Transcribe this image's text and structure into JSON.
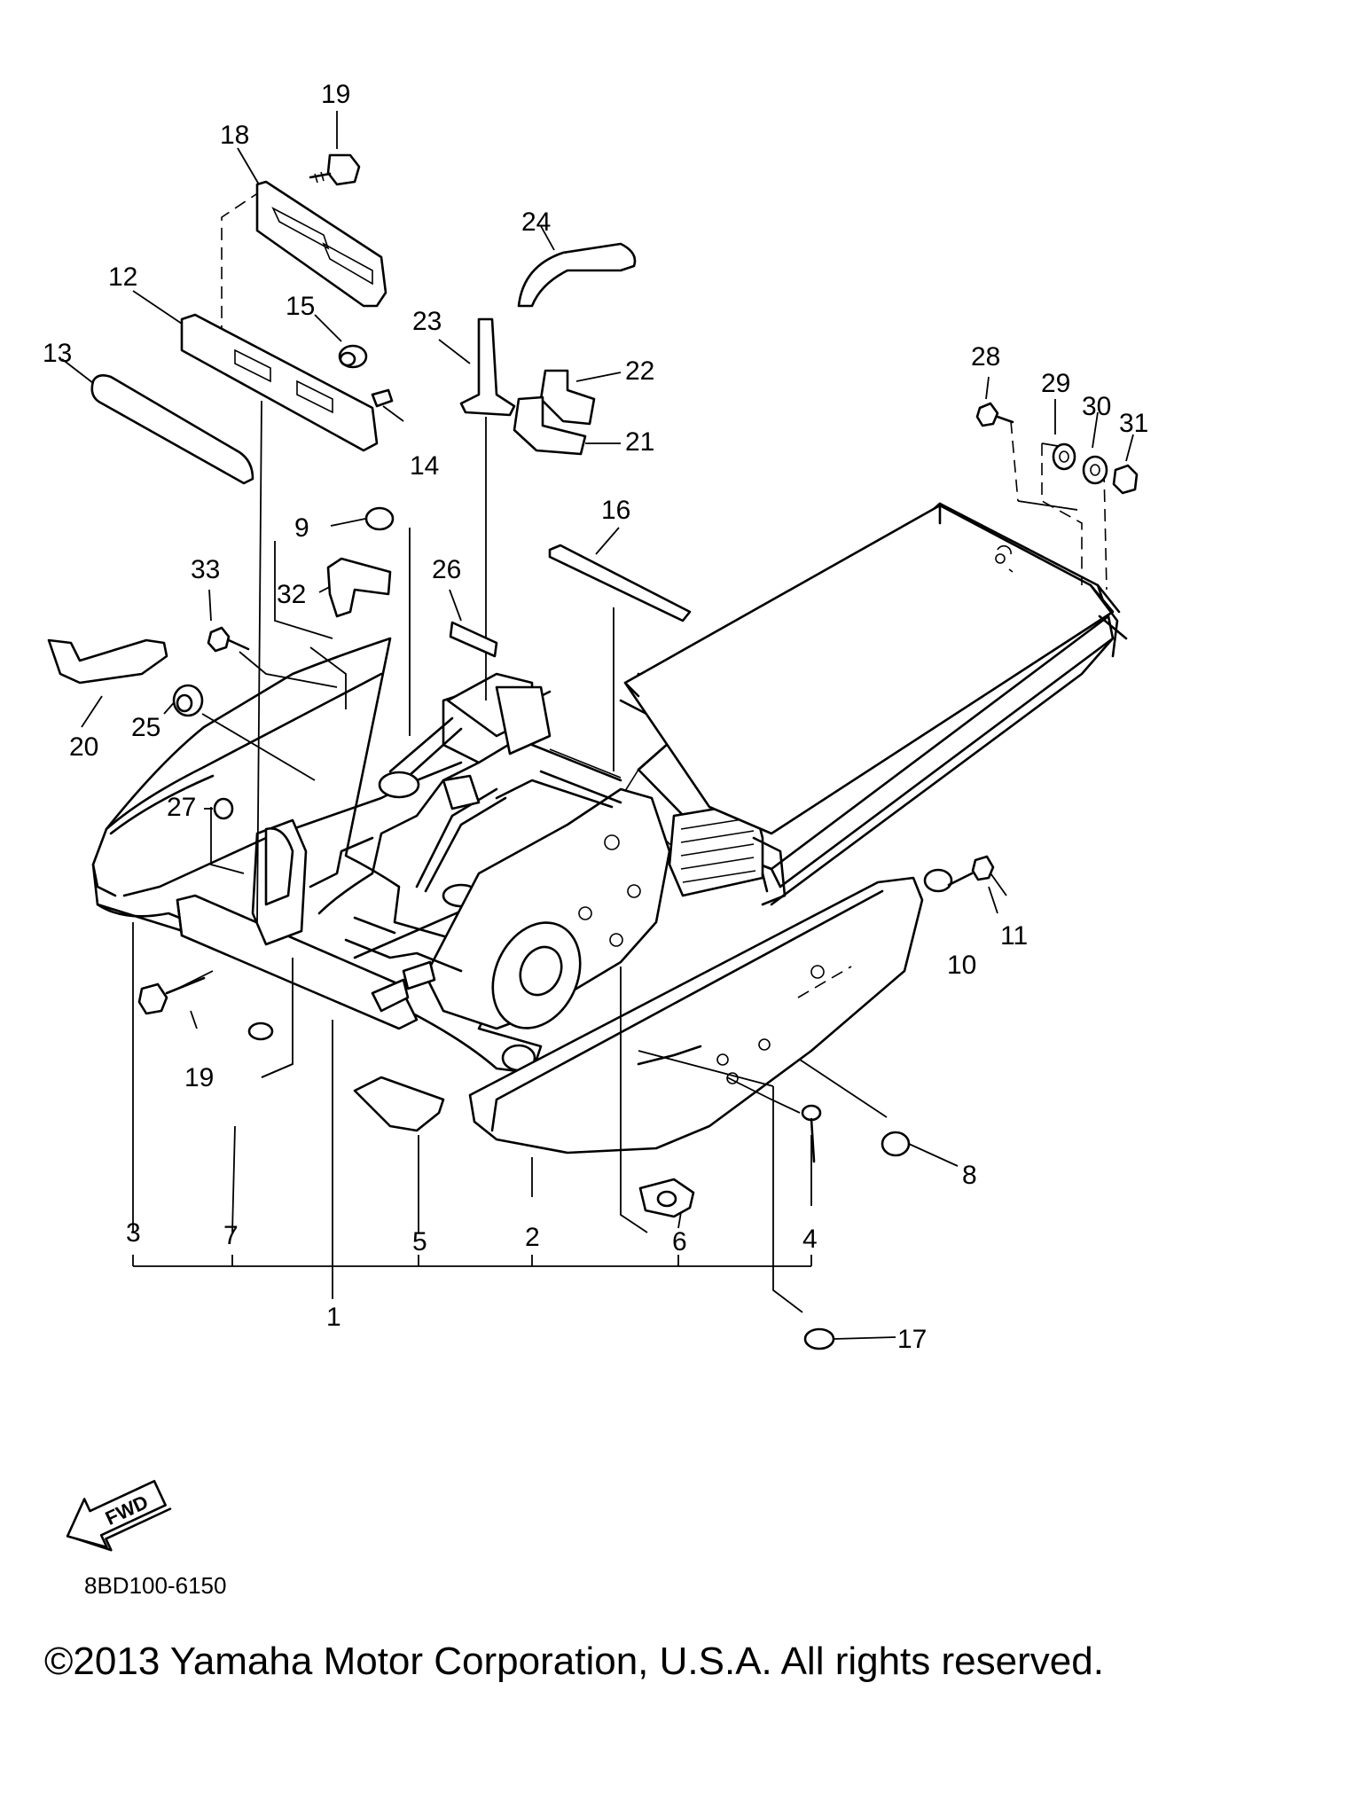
{
  "callouts": {
    "c1": "1",
    "c2": "2",
    "c3": "3",
    "c4": "4",
    "c5": "5",
    "c6": "6",
    "c7": "7",
    "c8": "8",
    "c9": "9",
    "c10": "10",
    "c11": "11",
    "c12": "12",
    "c13": "13",
    "c14": "14",
    "c15": "15",
    "c16": "16",
    "c17": "17",
    "c18": "18",
    "c19a": "19",
    "c19b": "19",
    "c20": "20",
    "c21": "21",
    "c22": "22",
    "c23": "23",
    "c24": "24",
    "c25": "25",
    "c26": "26",
    "c27": "27",
    "c28": "28",
    "c29": "29",
    "c30": "30",
    "c31": "31",
    "c32": "32",
    "c33": "33"
  },
  "fwd_label": "FWD",
  "diagram_code": "8BD100-6150",
  "copyright": "©2013 Yamaha Motor Corporation, U.S.A. All rights reserved."
}
